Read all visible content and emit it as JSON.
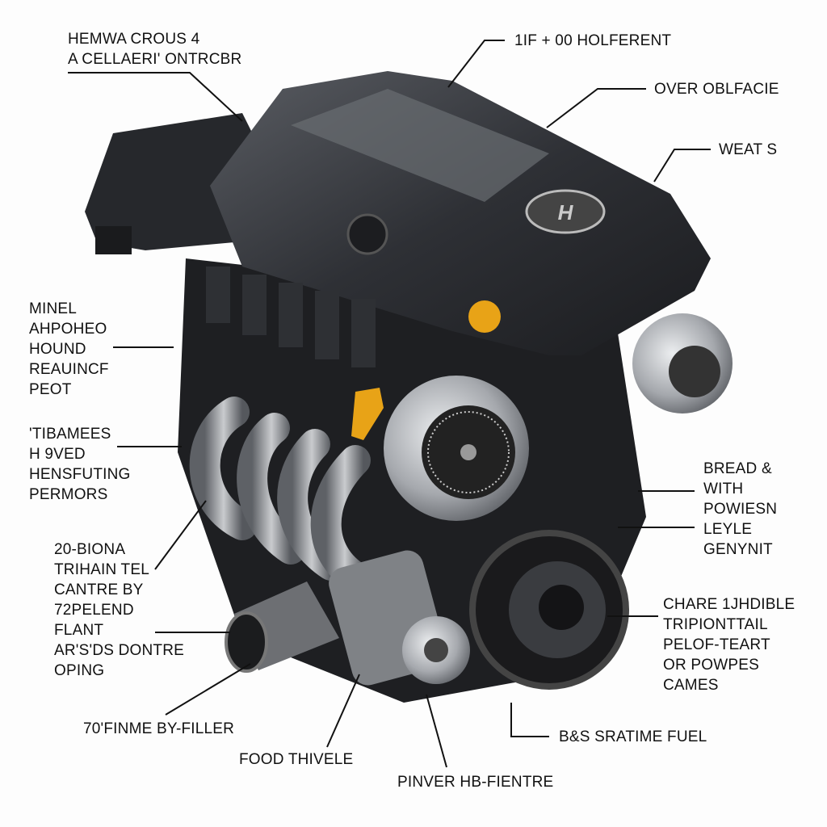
{
  "labels": {
    "top_left": [
      "HEMWA CROUS 4",
      "A CELLAERI' ONTRCBR"
    ],
    "top_center": [
      "1IF + 00 HOLFERENT"
    ],
    "top_right_1": [
      "OVER OBLFACIE"
    ],
    "top_right_2": [
      "WEAT S"
    ],
    "left_1": [
      "MINEL",
      "AHPOHEO",
      "HOUND",
      "REAUINCF",
      "PEOT"
    ],
    "left_2": [
      "'TIBAMEES",
      "H 9VED",
      "HENSFUTING",
      "PERMORS"
    ],
    "left_3": [
      "20-BIONA",
      "TRIHAIN TEL",
      "CANTRE BY",
      "72PELEND",
      "FLANT",
      "AR'S'DS DONTRE",
      "OPING"
    ],
    "bottom_left": [
      "70'FINME BY-FILLER"
    ],
    "bottom_center_1": [
      "FOOD THIVELE"
    ],
    "bottom_center_2": [
      "PINVER HB-FIENTRE"
    ],
    "bottom_right": [
      "B&S SRATIME FUEL"
    ],
    "right_1": [
      "BREAD &",
      "WITH",
      "POWIESN",
      "LEYLE",
      "GENYNIT"
    ],
    "right_2": [
      "CHARE 1JHDIBLE",
      "TRIPIONTTAIL",
      "PELOF-TEART",
      "OR POWPES",
      "CAMES"
    ]
  },
  "colors": {
    "cover": "#2b2d31",
    "metal": "#9a9ca0",
    "cap": "#e8a317"
  }
}
